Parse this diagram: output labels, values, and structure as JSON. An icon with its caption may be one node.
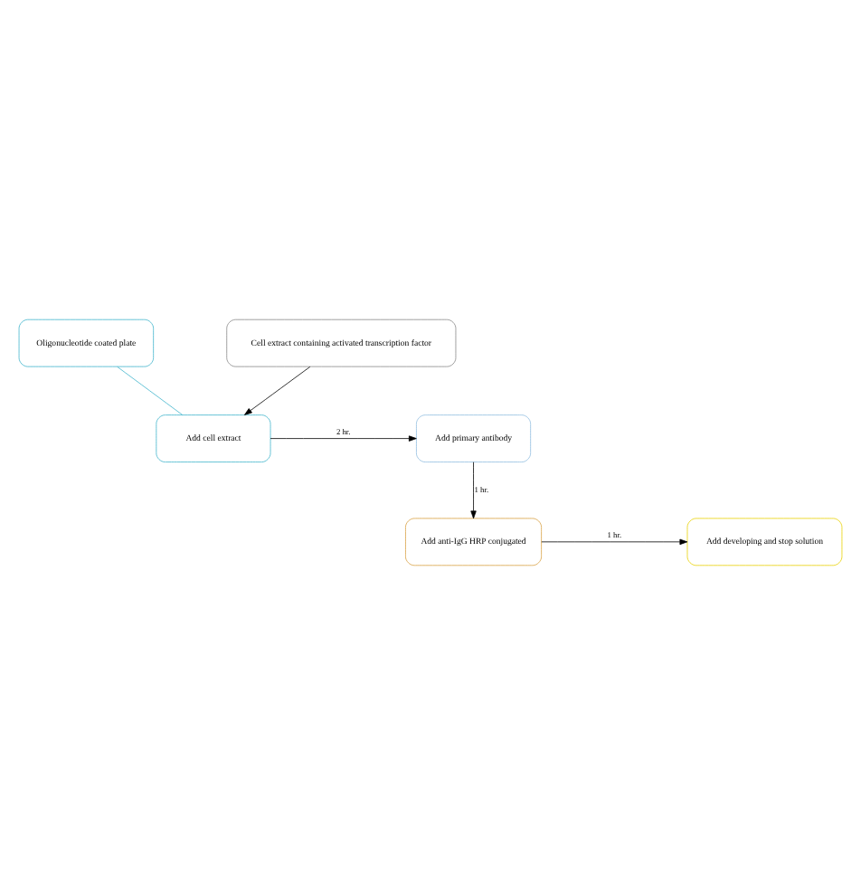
{
  "diagram": {
    "nodes": [
      {
        "text": [
          "Oligonucleotide coated plate"
        ]
      },
      {
        "text": [
          "Cell extract containing activated transcription factor"
        ]
      },
      {
        "text": [
          "Add cell extract"
        ]
      },
      {
        "text": [
          "Add primary antibody"
        ]
      },
      {
        "text": [
          "Add anti-IgG HRP conjugated"
        ]
      },
      {
        "text": [
          "Add developing and stop solution"
        ]
      }
    ],
    "edges": [
      {
        "from": 0,
        "to": 2,
        "arrow": "none",
        "color": "#3fb4cc"
      },
      {
        "from": 1,
        "to": 2,
        "arrow": "to"
      },
      {
        "from": 2,
        "to": 3,
        "arrow": "to",
        "label": "2 hr."
      },
      {
        "from": 3,
        "to": 4,
        "arrow": "to",
        "label": "1 hr."
      },
      {
        "from": 4,
        "to": 5,
        "arrow": "to",
        "label": "1 hr."
      }
    ]
  }
}
